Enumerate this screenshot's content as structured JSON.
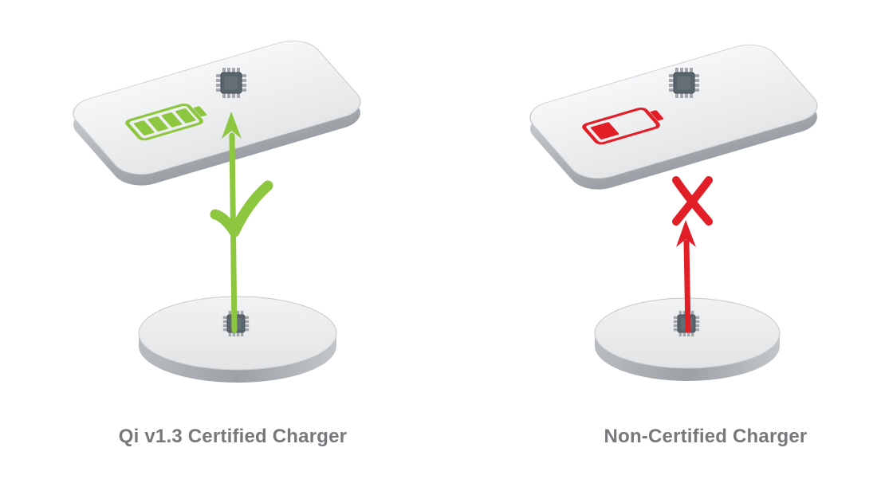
{
  "diagram": {
    "type": "comparison",
    "subject": "Qi wireless charging certification"
  },
  "colors": {
    "success_green": "#8dc63f",
    "error_red": "#e21f26",
    "label_gray": "#77787b",
    "phone_face_light": "#f4f5f6",
    "phone_face_dark": "#e5e7e9",
    "side_light": "#c8cbce",
    "side_dark": "#9aa0a5",
    "chip_body": "#59636c",
    "chip_pin": "#a2a8ad"
  },
  "panels": [
    {
      "id": "certified",
      "label": "Qi v1.3 Certified Charger",
      "device": "phone",
      "charger": "charging-pad",
      "battery_icon": "battery-full-icon",
      "battery_level": "full",
      "battery_color": "#8dc63f",
      "indicator_icon": "checkmark-icon",
      "indicator_meaning": "charging works",
      "arrow": "up-arrow",
      "arrow_color": "#8dc63f"
    },
    {
      "id": "non-certified",
      "label": "Non-Certified Charger",
      "device": "phone",
      "charger": "charging-pad",
      "battery_icon": "battery-low-icon",
      "battery_level": "low",
      "battery_color": "#e21f26",
      "indicator_icon": "cross-icon",
      "indicator_meaning": "charging blocked",
      "arrow": "up-arrow",
      "arrow_color": "#e21f26"
    }
  ]
}
